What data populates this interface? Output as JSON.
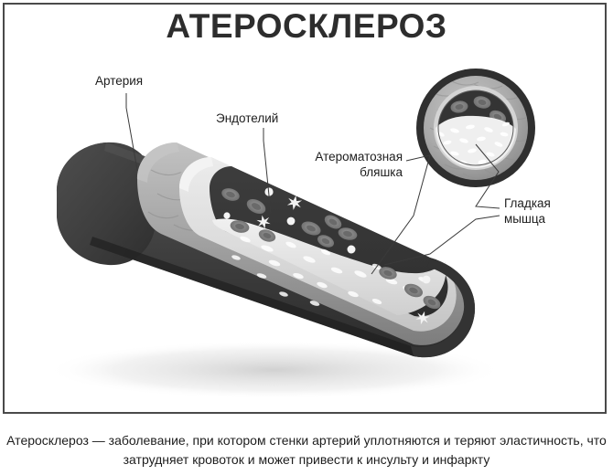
{
  "poster": {
    "title": "АТЕРОСКЛЕРОЗ",
    "caption": "Атеросклероз — заболевание, при котором стенки артерий уплотняются и теряют эластичность, что затрудняет кровоток и может привести к инсульту и инфаркту"
  },
  "labels": {
    "artery": "Артерия",
    "endothelium": "Эндотелий",
    "plaque": "Атероматозная\nбляшка",
    "smooth_muscle": "Гладкая\nмышца"
  },
  "colors": {
    "frame_border": "#4a4a4a",
    "title_text": "#2d2d2d",
    "body_text": "#1d1d1d",
    "background": "#ffffff",
    "adventitia_dark": "#3c3c3c",
    "adventitia_shadow": "#2a2a2a",
    "muscle_gray": "#a0a0a0",
    "muscle_light": "#b8b8b8",
    "endothelium_light": "#d8d8d8",
    "lumen_dark": "#353535",
    "plaque_fill": "#dcdcdc",
    "blood_cell": "#808080",
    "platelet_white": "#f2f2f2",
    "leader_line": "#3a3a3a"
  }
}
